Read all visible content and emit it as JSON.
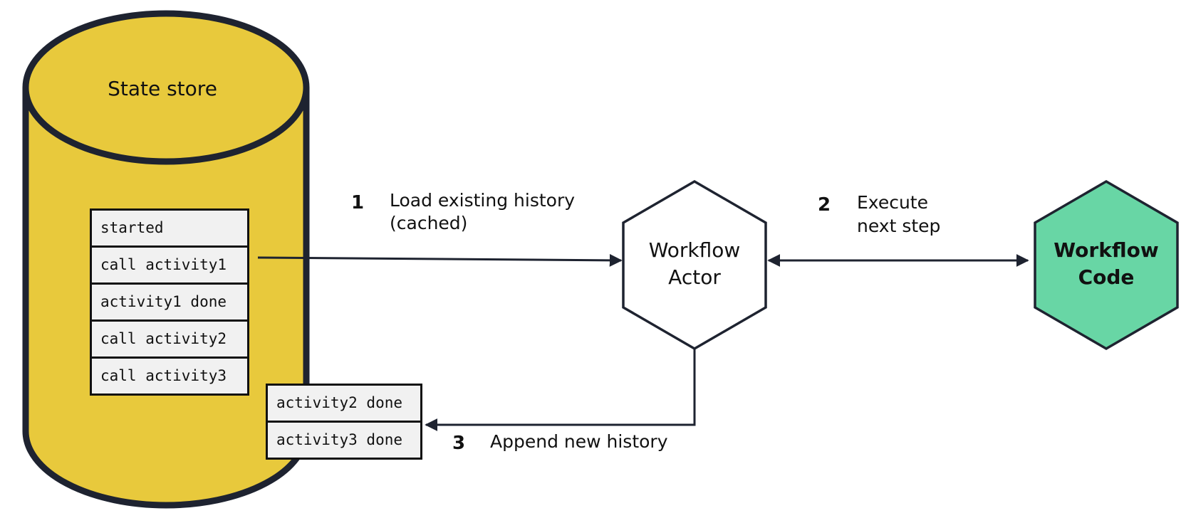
{
  "state_store": {
    "title": "State store",
    "fill_color": "#E8C93C",
    "history": [
      "started",
      "call activity1",
      "activity1 done",
      "call activity2",
      "call activity3"
    ]
  },
  "new_history": [
    "activity2 done",
    "activity3 done"
  ],
  "workflow_actor": {
    "line1": "Workflow",
    "line2": "Actor",
    "fill_color": "#FFFFFF"
  },
  "workflow_code": {
    "line1": "Workflow",
    "line2": "Code",
    "fill_color": "#68D6A5"
  },
  "steps": [
    {
      "number": "1",
      "lines": [
        "Load existing history",
        "(cached)"
      ]
    },
    {
      "number": "2",
      "lines": [
        "Execute",
        "next step"
      ]
    },
    {
      "number": "3",
      "lines": [
        "Append new history"
      ]
    }
  ],
  "stroke_color": "#1E2330"
}
